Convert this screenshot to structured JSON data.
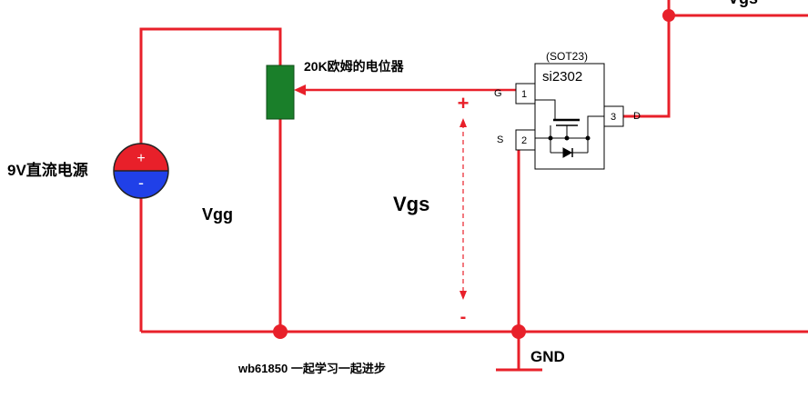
{
  "labels": {
    "source": "9V直流电源",
    "source_plus": "+",
    "source_minus": "-",
    "pot": "20K欧姆的电位器",
    "vgg": "Vgg",
    "vgs": "Vgs",
    "vgs_top": "Vgs",
    "vgs_plus": "+",
    "vgs_minus": "-",
    "gnd": "GND",
    "footer": "wb61850 一起学习一起进步",
    "part_top": "(SOT23)",
    "part_name": "si2302",
    "pin_g": "G",
    "pin_s": "S",
    "pin_d": "D",
    "pin_1": "1",
    "pin_2": "2",
    "pin_3": "3"
  },
  "colors": {
    "wire": "#e8202a",
    "source_top": "#e8202a",
    "source_bottom": "#2040e8",
    "pot": "#1a7f2a",
    "component": "#000000"
  }
}
